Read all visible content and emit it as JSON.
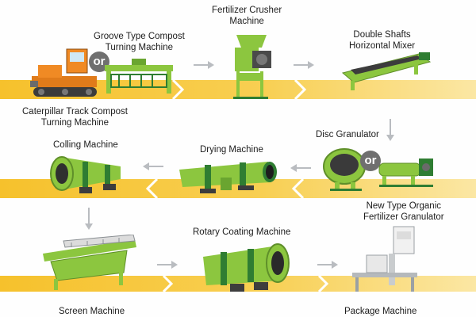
{
  "colors": {
    "band_yellow": "#f7c531",
    "band_light": "#fbeaa9",
    "machine_green": "#8cc63f",
    "machine_dark_green": "#2f7d32",
    "frame_gray": "#8a8f93",
    "arrow_gray": "#b9bcc0",
    "or_badge": "#6f6f6f"
  },
  "machines": {
    "crawler_turner": {
      "label_lines": [
        "Caterpillar Track Compost",
        "Turning Machine"
      ]
    },
    "groove_turner": {
      "label_lines": [
        "Groove Type Compost",
        "Turning Machine"
      ]
    },
    "crusher": {
      "label_lines": [
        "Fertilizer Crusher",
        "Machine"
      ]
    },
    "mixer": {
      "label_lines": [
        "Double Shafts",
        "Horizontal Mixer"
      ]
    },
    "disc_granulator": {
      "label_lines": [
        "Disc Granulator"
      ]
    },
    "new_type_granulator": {
      "label_lines": [
        "New Type Organic",
        "Fertilizer Granulator"
      ]
    },
    "dryer": {
      "label_lines": [
        "Drying Machine"
      ]
    },
    "cooler": {
      "label_lines": [
        "Colling Machine"
      ]
    },
    "screener": {
      "label_lines": [
        "Screen Machine"
      ]
    },
    "coater": {
      "label_lines": [
        "Rotary Coating Machine"
      ]
    },
    "packer": {
      "label_lines": [
        "Package Machine"
      ]
    }
  },
  "or_label": "or",
  "flow_icons": [
    "arrow-right-icon",
    "arrow-down-icon",
    "arrow-left-icon"
  ]
}
